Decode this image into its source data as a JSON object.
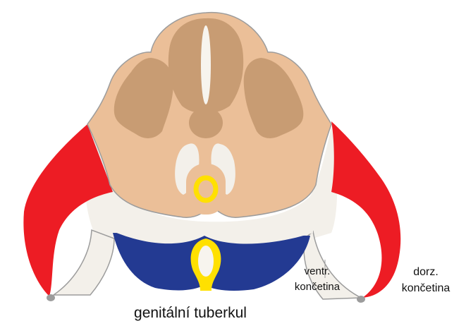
{
  "labels": {
    "genital": "genitální tuberkul",
    "ventral_line1": "ventr.",
    "ventral_line2": "končetina",
    "dorsal_line1": "dorz.",
    "dorsal_line2": "končetina"
  },
  "colors": {
    "background": "#ffffff",
    "neural_tube_outer": "#ebbf98",
    "neural_tube_inner": "#c89c73",
    "neural_tube_outline": "#9c9c9c",
    "muscle": "#ed1c24",
    "white_tissue": "#f3f0ea",
    "blue_region": "#233a92",
    "yellow": "#ffe000",
    "cartilage_tip": "#9c9c9c"
  }
}
